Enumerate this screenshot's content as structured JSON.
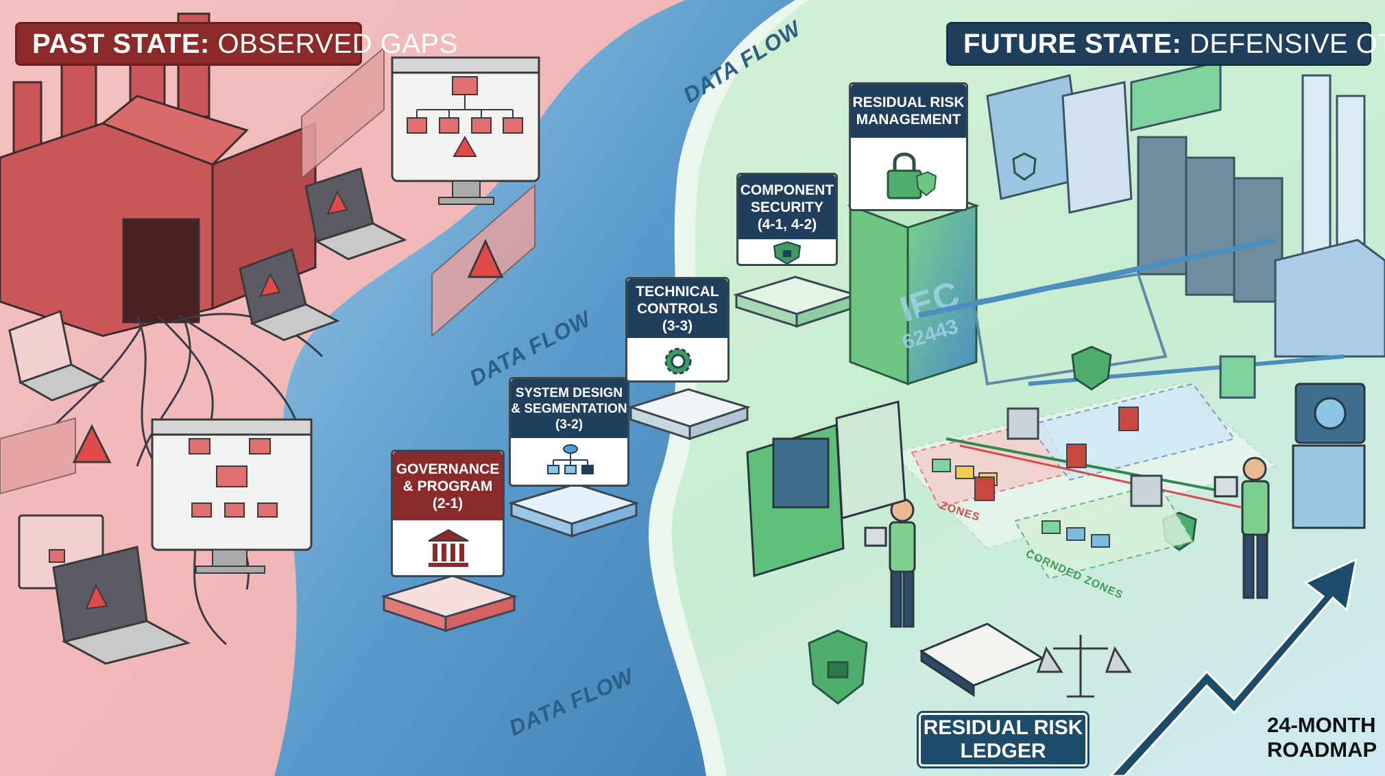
{
  "past_banner": {
    "bold": "PAST STATE:",
    "rest": "OBSERVED GAPS"
  },
  "future_banner": {
    "bold": "FUTURE STATE:",
    "rest": "DEFENSIVE OT POSTURE"
  },
  "data_flow_labels": [
    "DATA FLOW",
    "DATA FLOW",
    "DATA FLOW"
  ],
  "steps": [
    {
      "line1": "GOVERNANCE",
      "line2": "& PROGRAM",
      "line3": "(2-1)",
      "icon": "bank-icon",
      "color": "#8a2a2a"
    },
    {
      "line1": "SYSTEM DESIGN",
      "line2": "& SEGMENTATION",
      "line3": "(3-2)",
      "icon": "network-icon",
      "color": "#1f3f5c"
    },
    {
      "line1": "TECHNICAL",
      "line2": "CONTROLS",
      "line3": "(3-3)",
      "icon": "gear-icon",
      "color": "#1f3f5c"
    },
    {
      "line1": "COMPONENT",
      "line2": "SECURITY",
      "line3": "(4-1, 4-2)",
      "icon": "shield-lock-icon",
      "color": "#1f3f5c"
    },
    {
      "line1": "RESIDUAL RISK",
      "line2": "MANAGEMENT",
      "line3": "",
      "icon": "padlock-icon",
      "color": "#1f3f5c"
    }
  ],
  "iec_block": {
    "line1": "IEC",
    "line2": "62443"
  },
  "zones_labels": {
    "zones": "ZONES",
    "conduits": "CORNDED ZONES"
  },
  "ledger": {
    "line1": "RESIDUAL RISK",
    "line2": "LEDGER"
  },
  "roadmap": {
    "line1": "24-MONTH",
    "line2": "ROADMAP"
  },
  "colors": {
    "past": "#f1b3b3",
    "river": "#5c9dcc",
    "future": "#c7efcb",
    "navy": "#1f3f5c",
    "red": "#d94a4a",
    "green": "#3fae62"
  }
}
